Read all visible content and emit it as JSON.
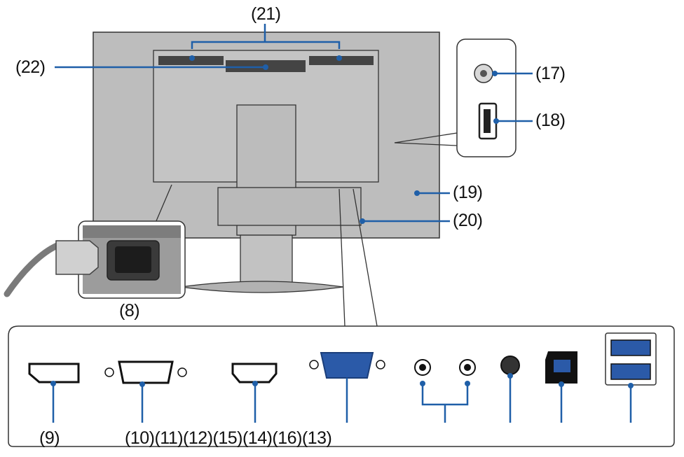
{
  "labels": {
    "l8": "(8)",
    "l9": "(9)",
    "l17": "(17)",
    "l18": "(18)",
    "l19": "(19)",
    "l20": "(20)",
    "l21": "(21)",
    "l22": "(22)",
    "bottom_row": "(10)(11)(12)(15)(14)(16)(13)"
  },
  "colors": {
    "callout": "#1f5fa8",
    "monitor_body": "#bdbdbd",
    "outline": "#333333"
  }
}
